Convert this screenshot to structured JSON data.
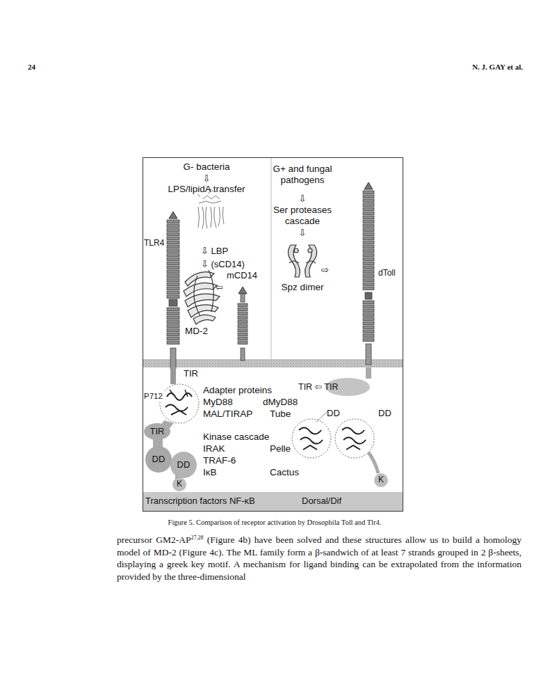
{
  "diagram": {
    "caption": "Figure 5. Comparison of receptor activation by Drosophila Toll and Tlr4.",
    "nodes": [
      {
        "text": [
          "Transcription factors NF-κB",
          "Dorsal/Dif"
        ]
      },
      {
        "text": [
          "TIR"
        ]
      },
      {
        "text": [
          "DD"
        ]
      },
      {
        "text": [
          "DD"
        ]
      },
      {
        "text": [
          "K"
        ]
      },
      {
        "text": [
          "DD"
        ]
      },
      {
        "text": [
          "DD"
        ]
      },
      {
        "text": [
          "K"
        ]
      }
    ],
    "labels": [
      "24",
      "N. J. GAY et al.",
      "G- bacteria",
      "⇩",
      "LPS/lipidA transfer",
      "TLR4",
      "⇩ LBP",
      "⇩ (sCD14)",
      "mCD14",
      "⇦",
      "MD-2",
      "G+ and fungal pathogens",
      "⇩",
      "Ser proteases cascade",
      "⇩",
      "Spz dimer",
      "⇨",
      "dToll",
      "TIR",
      "P712",
      "Adapter proteins",
      "MyD88",
      "dMyD88",
      "MAL/TIRAP",
      "Tube",
      "TIR ⇦ TIR",
      "Kinase cascade",
      "IRAK",
      "Pelle",
      "TRAF-6",
      "IκB",
      "Cactus",
      "precursor GM2-AP",
      "27,28",
      "(Figure 4b) have been solved and these structures allow us to build a homology model of MD-2 (Figure 4c). The ML family form a β-sandwich of at least 7 strands grouped in 2 β-sheets, displaying a greek key motif. A mechanism for ligand binding can be extrapolated from the information provided by the three-dimensional"
    ]
  }
}
